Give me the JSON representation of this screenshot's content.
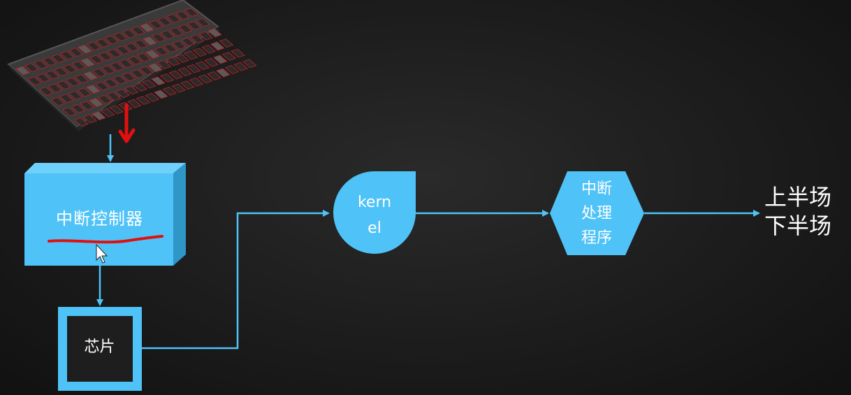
{
  "diagram": {
    "nodes": {
      "keyboard": {
        "icon": "keyboard-icon"
      },
      "interrupt_controller": {
        "label": "中断控制器"
      },
      "chip": {
        "label": "芯片"
      },
      "kernel": {
        "line1": "kern",
        "line2": "el"
      },
      "interrupt_handler": {
        "line1": "中断",
        "line2": "处理",
        "line3": "程序"
      },
      "top_half": {
        "label": "上半场"
      },
      "bottom_half": {
        "label": "下半场"
      }
    },
    "edges": [
      {
        "from": "keyboard",
        "to": "interrupt_controller"
      },
      {
        "from": "interrupt_controller",
        "to": "chip"
      },
      {
        "from": "chip",
        "to": "kernel"
      },
      {
        "from": "kernel",
        "to": "interrupt_handler"
      },
      {
        "from": "interrupt_handler",
        "to": "top_half"
      }
    ],
    "colors": {
      "node_fill": "#4fc3f7",
      "node_side": "#3aa6d8",
      "arrow": "#4fc3f7",
      "annotation": "#e01010",
      "background": "#1e1e1e",
      "text": "#ffffff"
    },
    "annotations": {
      "red_arrow": "annotation-arrow",
      "red_underline": "annotation-underline",
      "cursor": "mouse-cursor-icon"
    }
  }
}
